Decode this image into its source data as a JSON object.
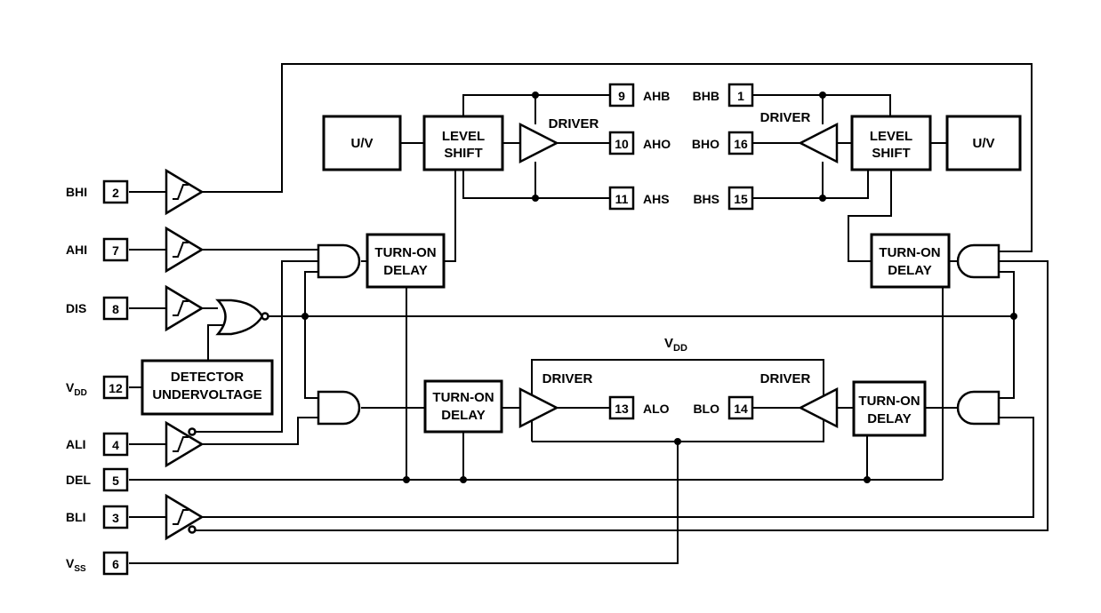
{
  "blocks": {
    "uv_left": "U/V",
    "uv_right": "U/V",
    "level_shift_left": [
      "LEVEL",
      "SHIFT"
    ],
    "level_shift_right": [
      "LEVEL",
      "SHIFT"
    ],
    "turnon_delay_top_left": [
      "TURN-ON",
      "DELAY"
    ],
    "turnon_delay_top_right": [
      "TURN-ON",
      "DELAY"
    ],
    "turnon_delay_bottom_left": [
      "TURN-ON",
      "DELAY"
    ],
    "turnon_delay_bottom_right": [
      "TURN-ON",
      "DELAY"
    ],
    "detector": [
      "DETECTOR",
      "UNDERVOLTAGE"
    ],
    "driver_label": "DRIVER",
    "vdd_rail": {
      "main": "V",
      "sub": "DD"
    }
  },
  "left_pins": [
    {
      "label": "BHI",
      "sub": "",
      "num": "2"
    },
    {
      "label": "AHI",
      "sub": "",
      "num": "7"
    },
    {
      "label": "DIS",
      "sub": "",
      "num": "8"
    },
    {
      "label": "V",
      "sub": "DD",
      "num": "12"
    },
    {
      "label": "ALI",
      "sub": "",
      "num": "4"
    },
    {
      "label": "DEL",
      "sub": "",
      "num": "5"
    },
    {
      "label": "BLI",
      "sub": "",
      "num": "3"
    },
    {
      "label": "V",
      "sub": "SS",
      "num": "6"
    }
  ],
  "output_pins": {
    "ahb": {
      "label": "AHB",
      "num": "9"
    },
    "aho": {
      "label": "AHO",
      "num": "10"
    },
    "ahs": {
      "label": "AHS",
      "num": "11"
    },
    "bhb": {
      "label": "BHB",
      "num": "1"
    },
    "bho": {
      "label": "BHO",
      "num": "16"
    },
    "bhs": {
      "label": "BHS",
      "num": "15"
    },
    "alo": {
      "label": "ALO",
      "num": "13"
    },
    "blo": {
      "label": "BLO",
      "num": "14"
    }
  }
}
